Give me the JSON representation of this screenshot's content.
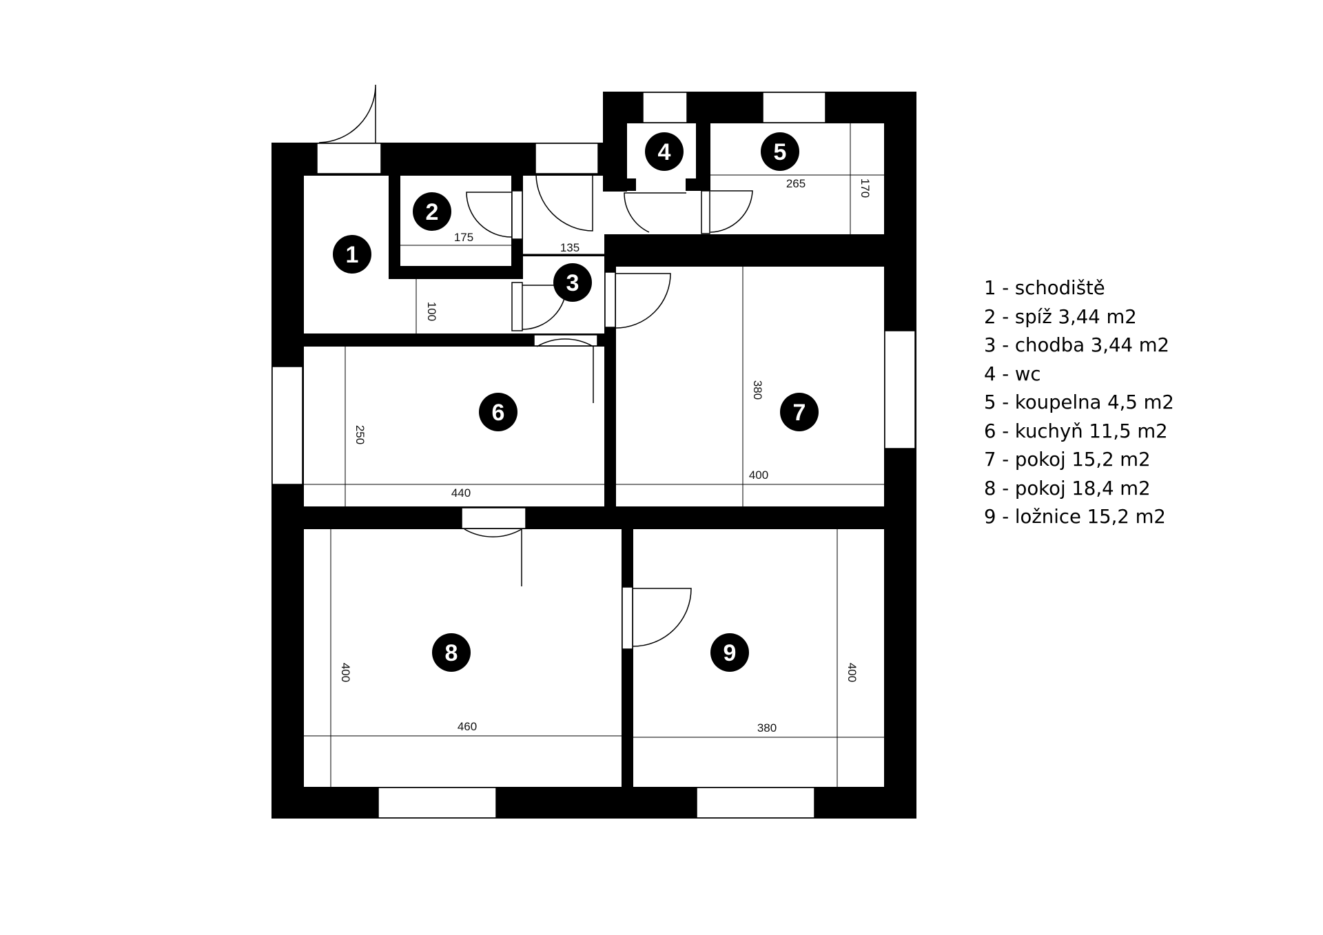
{
  "rooms": [
    {
      "number": "1",
      "legend": "1 - schodiště"
    },
    {
      "number": "2",
      "legend": "2 - spíž 3,44 m2"
    },
    {
      "number": "3",
      "legend": "3 - chodba 3,44 m2"
    },
    {
      "number": "4",
      "legend": "4 - wc"
    },
    {
      "number": "5",
      "legend": "5 - koupelna 4,5 m2"
    },
    {
      "number": "6",
      "legend": "6 - kuchyň 11,5 m2"
    },
    {
      "number": "7",
      "legend": "7 - pokoj 15,2 m2"
    },
    {
      "number": "8",
      "legend": "8 - pokoj 18,4 m2"
    },
    {
      "number": "9",
      "legend": "9 - ložnice 15,2 m2"
    }
  ],
  "dimensions": {
    "d175": "175",
    "d135": "135",
    "d100": "100",
    "d265": "265",
    "d170": "170",
    "d250": "250",
    "d440": "440",
    "d380v": "380",
    "d400h": "400",
    "d400v8": "400",
    "d460": "460",
    "d380h": "380",
    "d400v9": "400"
  },
  "colors": {
    "wall": "#000000",
    "background": "#ffffff",
    "badge": "#000000",
    "badge_text": "#ffffff"
  }
}
